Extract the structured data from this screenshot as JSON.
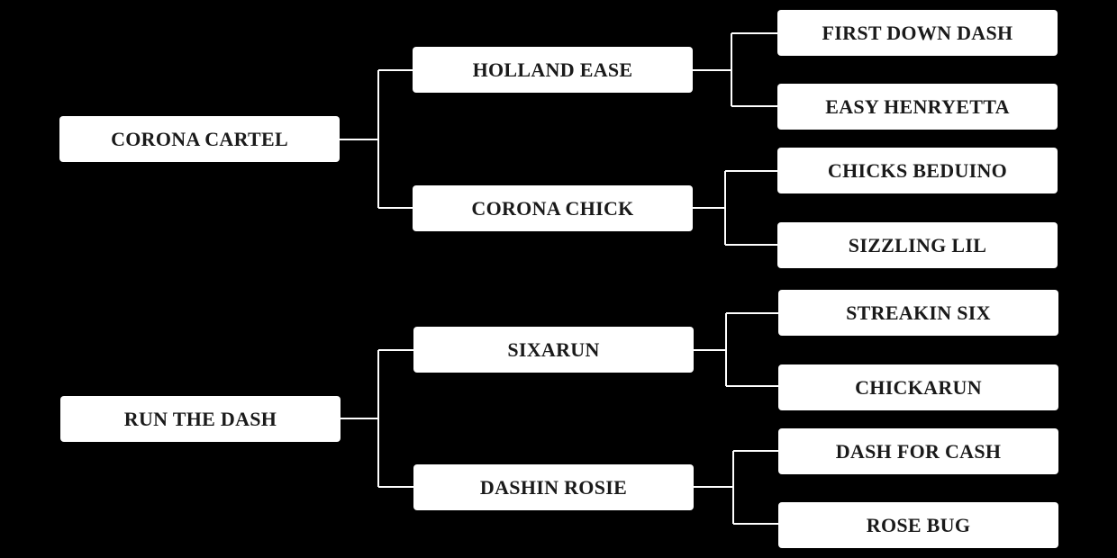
{
  "pedigree": {
    "sire": {
      "name": "CORONA CARTEL",
      "sire": {
        "name": "HOLLAND EASE",
        "sire": {
          "name": "FIRST DOWN DASH"
        },
        "dam": {
          "name": "EASY HENRYETTA"
        }
      },
      "dam": {
        "name": "CORONA CHICK",
        "sire": {
          "name": "CHICKS BEDUINO"
        },
        "dam": {
          "name": "SIZZLING LIL"
        }
      }
    },
    "dam": {
      "name": "RUN THE DASH",
      "sire": {
        "name": "SIXARUN",
        "sire": {
          "name": "STREAKIN SIX"
        },
        "dam": {
          "name": "CHICKARUN"
        }
      },
      "dam": {
        "name": "DASHIN ROSIE",
        "sire": {
          "name": "DASH FOR CASH"
        },
        "dam": {
          "name": "ROSE BUG"
        }
      }
    }
  },
  "colors": {
    "background": "#000000",
    "box": "#ffffff",
    "text": "#1a1a1a",
    "connector": "#ffffff"
  }
}
